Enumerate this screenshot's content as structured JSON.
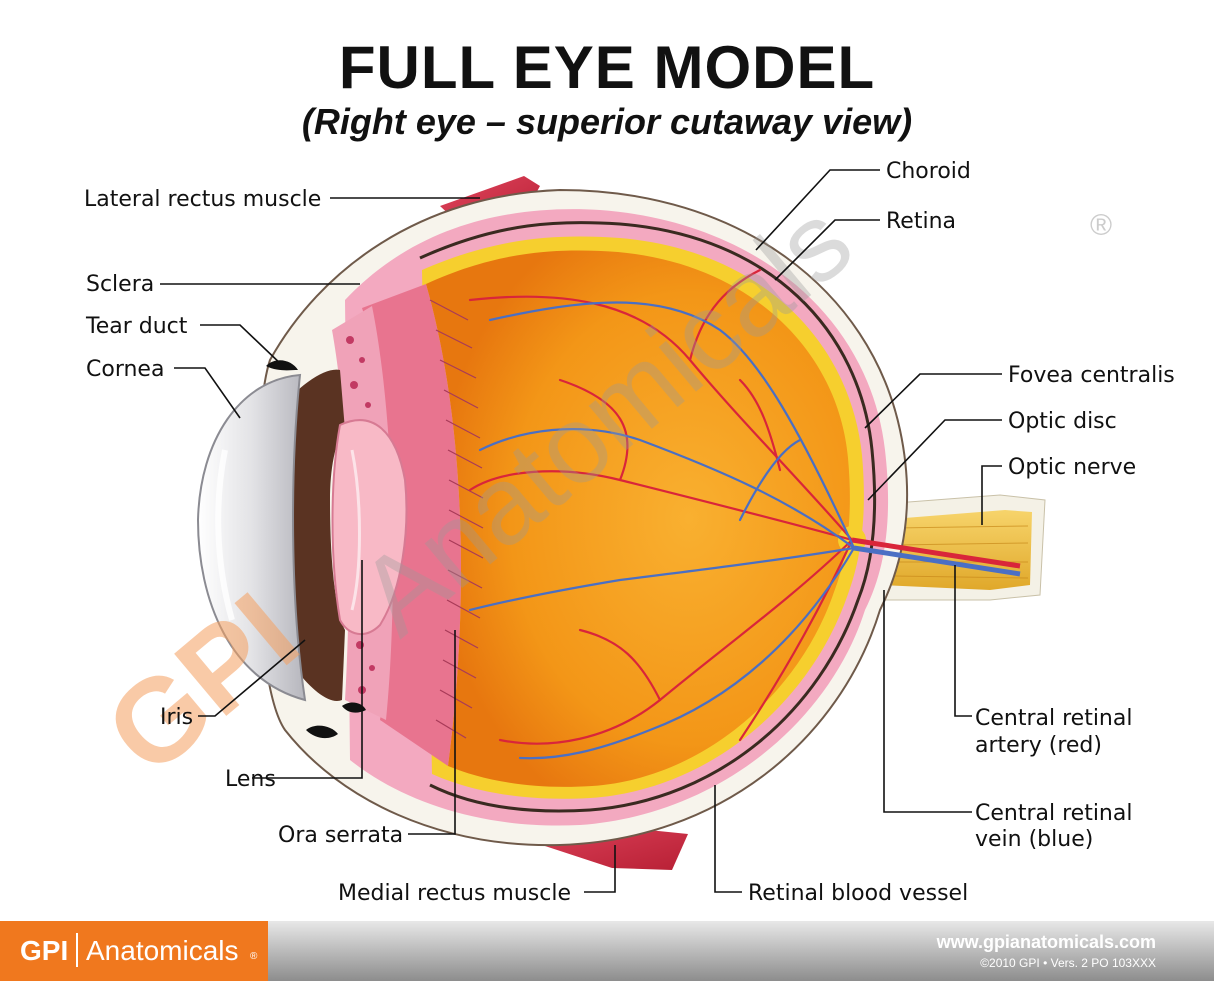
{
  "header": {
    "title": "FULL EYE MODEL",
    "subtitle": "(Right eye – superior cutaway view)"
  },
  "labels": {
    "lateral_rectus": "Lateral rectus muscle",
    "sclera": "Sclera",
    "tear_duct": "Tear duct",
    "cornea": "Cornea",
    "iris": "Iris",
    "lens": "Lens",
    "ora_serrata": "Ora serrata",
    "medial_rectus": "Medial rectus muscle",
    "retinal_blood_vessel": "Retinal blood vessel",
    "choroid": "Choroid",
    "retina": "Retina",
    "fovea": "Fovea centralis",
    "optic_disc": "Optic disc",
    "optic_nerve": "Optic nerve",
    "artery_line1": "Central retinal",
    "artery_line2": "artery (red)",
    "vein_line1": "Central retinal",
    "vein_line2": "vein (blue)"
  },
  "watermark": {
    "gpi": "GPI",
    "anatomicals": "Anatomicals",
    "registered": "®"
  },
  "footer": {
    "brand_gpi": "GPI",
    "brand_name": "Anatomicals",
    "brand_mark": "®",
    "url": "www.gpianatomicals.com",
    "copyright": "©2010 GPI • Vers. 2 PO 103XXX"
  },
  "colors": {
    "brand_orange": "#f0781e",
    "sclera_pink": "#f3a9c0",
    "vitreous_orange": "#f59a1a",
    "retina_yellow": "#f6cf2e",
    "muscle_red": "#d8344f",
    "artery_red": "#d9253a",
    "vein_blue": "#4a6fc4"
  }
}
